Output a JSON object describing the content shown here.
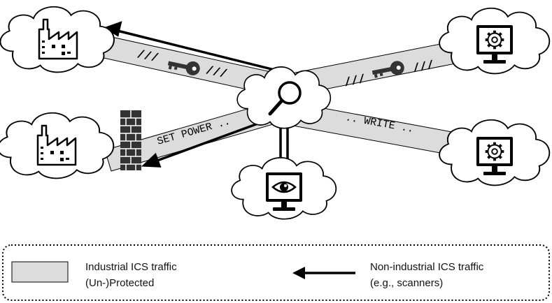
{
  "labels": {
    "set_power": "SET POWER ..",
    "write": ".. WRITE ..",
    "encrypted_marks": "///"
  },
  "legend": {
    "industrial_line1": "Industrial ICS traffic",
    "industrial_line2": "(Un-)Protected",
    "non_industrial_line1": "Non-industrial ICS traffic",
    "non_industrial_line2": "(e.g., scanners)"
  },
  "colors": {
    "traffic_band": "#dcdcdc",
    "stroke": "#000000",
    "firewall": "#333333"
  },
  "icons": {
    "factory": "factory-icon",
    "monitor_gear": "monitor-gear-icon",
    "monitor_eye": "monitor-eye-icon",
    "magnifier": "magnifier-icon",
    "key": "key-icon",
    "firewall": "firewall-icon"
  }
}
